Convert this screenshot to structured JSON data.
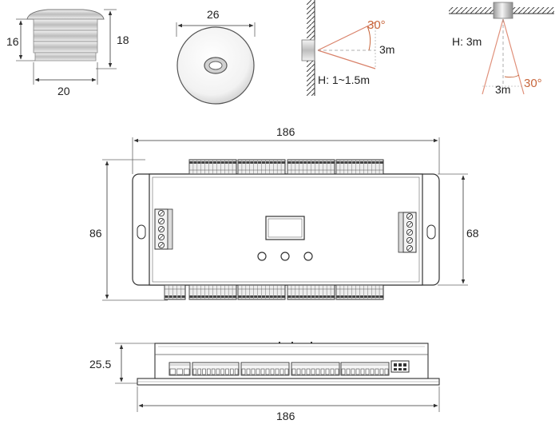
{
  "sensor": {
    "diameter_label": "26",
    "base_width_label": "20",
    "height_label": "16",
    "height_label_right": "18"
  },
  "wall_mount": {
    "angle_label": "30°",
    "range_label": "3m",
    "height_label": "H: 1~1.5m"
  },
  "ceiling_mount": {
    "height_label": "H: 3m",
    "range_label": "3m",
    "angle_label": "30°"
  },
  "controller_top": {
    "width_label": "186",
    "height_outer_label": "86",
    "height_inner_label": "68"
  },
  "controller_side": {
    "height_label": "25.5",
    "width_label": "186"
  },
  "colors": {
    "line": "#333333",
    "accent": "#c8663c",
    "beam_wall": "#d9826a",
    "beam_ceiling": "#e0907a"
  }
}
